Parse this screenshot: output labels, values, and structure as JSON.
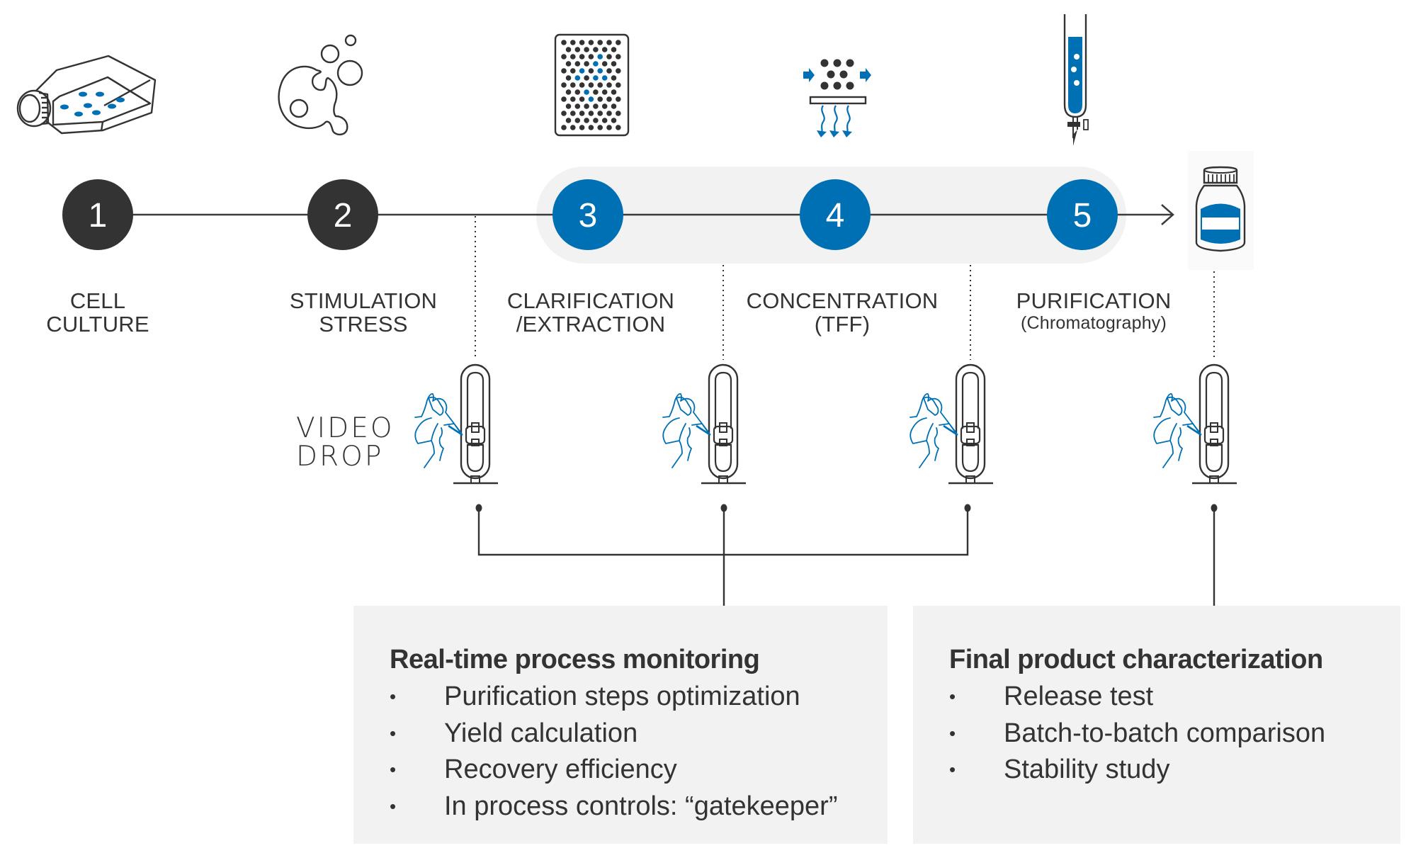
{
  "diagram": {
    "title": "Bioprocess workflow with VideoDrop monitoring",
    "colors": {
      "accent_blue": "#0070b4",
      "dark": "#333333",
      "highlight_bg": "#f2f2f2",
      "panel_bg": "#f2f2f2"
    },
    "steps": [
      {
        "number": "1",
        "label_line1": "CELL",
        "label_line2": "CULTURE",
        "icon": "cell-culture-flask-icon",
        "style": "dark"
      },
      {
        "number": "2",
        "label_line1": "STIMULATION",
        "label_line2": "STRESS",
        "icon": "stimulated-cell-icon",
        "style": "dark"
      },
      {
        "number": "3",
        "label_line1": "CLARIFICATION",
        "label_line2": "/EXTRACTION",
        "icon": "well-plate-icon",
        "style": "blue"
      },
      {
        "number": "4",
        "label_line1": "CONCENTRATION",
        "label_line2": "(TFF)",
        "icon": "tangential-flow-filtration-icon",
        "style": "blue"
      },
      {
        "number": "5",
        "label_line1": "PURIFICATION",
        "label_line2": "(Chromatography)",
        "icon": "chromatography-column-icon",
        "style": "blue"
      }
    ],
    "final_product_icon": "product-bottle-icon",
    "instrument": {
      "brand_line1": "VIDEO",
      "brand_line2": "DROP",
      "icon": "videodrop-instrument-icon"
    },
    "panels": [
      {
        "title": "Real-time process monitoring",
        "items": [
          "Purification steps optimization",
          "Yield calculation",
          "Recovery efficiency",
          "In process controls: “gatekeeper”"
        ]
      },
      {
        "title": "Final product characterization",
        "items": [
          "Release test",
          "Batch-to-batch comparison",
          "Stability study"
        ]
      }
    ],
    "bullet": "•"
  }
}
